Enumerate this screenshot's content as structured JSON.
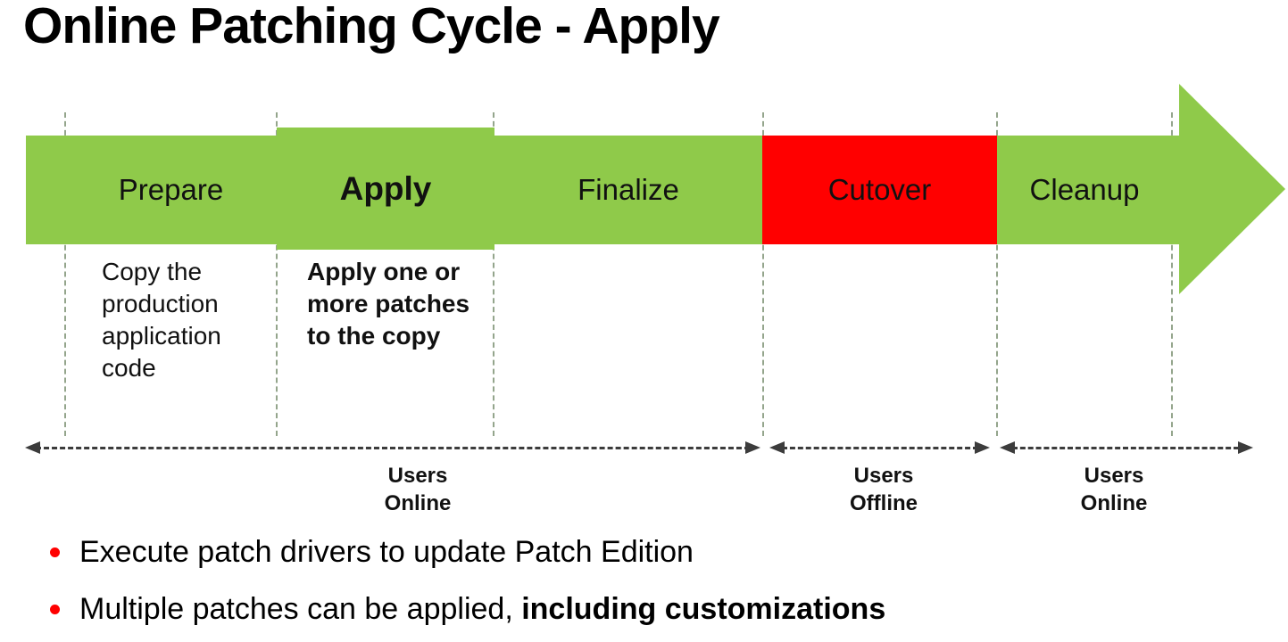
{
  "title": "Online Patching Cycle - Apply",
  "colors": {
    "band_green": "#8fca4a",
    "cutover_red": "#ff0000",
    "guide_dash": "#94a58c",
    "timeline_dash": "#3c3c3c",
    "bullet_dot": "#ff0000",
    "text": "#000000"
  },
  "phases": [
    {
      "label": "Prepare",
      "desc": "Copy the production application code"
    },
    {
      "label": "Apply",
      "desc": "Apply one or more patches to the copy"
    },
    {
      "label": "Finalize",
      "desc": ""
    },
    {
      "label": "Cutover",
      "desc": ""
    },
    {
      "label": "Cleanup",
      "desc": ""
    }
  ],
  "timeline": {
    "segments": [
      {
        "label": "Users\nOnline"
      },
      {
        "label": "Users\nOffline"
      },
      {
        "label": "Users\nOnline"
      }
    ]
  },
  "bullets": [
    {
      "normal": "Execute patch drivers to update Patch Edition",
      "bold": ""
    },
    {
      "normal": "Multiple patches can be applied, ",
      "bold": "including customizations"
    }
  ]
}
